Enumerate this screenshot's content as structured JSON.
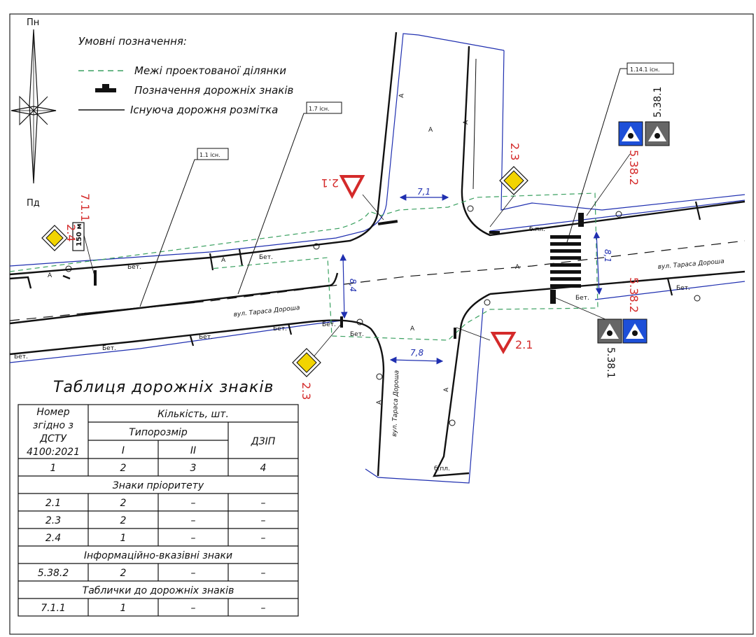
{
  "compass": {
    "north": "Пн",
    "south": "Пд"
  },
  "legend": {
    "title": "Умовні позначення:",
    "boundary": "Межі проектованої ділянки",
    "signs": "Позначення дорожніх знаків",
    "marking": "Існуюча дорожня розмітка"
  },
  "callouts": {
    "m11": "1.1 існ.",
    "m17": "1.7 існ.",
    "m1141": "1.14.1 існ."
  },
  "streets": {
    "east": "вул. Тараса Дороша",
    "center": "вул. Тараса Дороша",
    "south": "вул. Тараса Дороша"
  },
  "dimensions": {
    "north": "7,1",
    "south": "7,8",
    "west": "8,4",
    "east": "8,1"
  },
  "surfaces": {
    "bet": "Бет.",
    "bpl": "б.пл.",
    "a": "А"
  },
  "signs": {
    "s24": "2.4",
    "s711": "7.1.1",
    "plate": "150 м",
    "s21": "2.1",
    "s23": "2.3",
    "s5382": "5.38.2",
    "s5381": "5.38.1"
  },
  "colors": {
    "road": "#111111",
    "curb": "#1f2fb0",
    "boundary": "#3aa060",
    "sign_red": "#d42a2a",
    "sign_yellow": "#f2d400",
    "sign_blue": "#1d4fd8"
  },
  "table": {
    "title": "Таблиця дорожніх знаків",
    "header": {
      "number": [
        "Номер",
        "згідно з",
        "ДСТУ",
        "4100:2021"
      ],
      "quantity": "Кількість, шт.",
      "size": "Типорозмір",
      "size1": "I",
      "size2": "II",
      "dzip": "ДЗІП"
    },
    "indices": [
      "1",
      "2",
      "3",
      "4"
    ],
    "groups": [
      {
        "title": "Знаки пріоритету",
        "rows": [
          [
            "2.1",
            "2",
            "–",
            "–"
          ],
          [
            "2.3",
            "2",
            "–",
            "–"
          ],
          [
            "2.4",
            "1",
            "–",
            "–"
          ]
        ]
      },
      {
        "title": "Інформаційно-вказівні знаки",
        "rows": [
          [
            "5.38.2",
            "2",
            "–",
            "–"
          ]
        ]
      },
      {
        "title": "Таблички до дорожніх знаків",
        "rows": [
          [
            "7.1.1",
            "1",
            "–",
            "–"
          ]
        ]
      }
    ]
  }
}
